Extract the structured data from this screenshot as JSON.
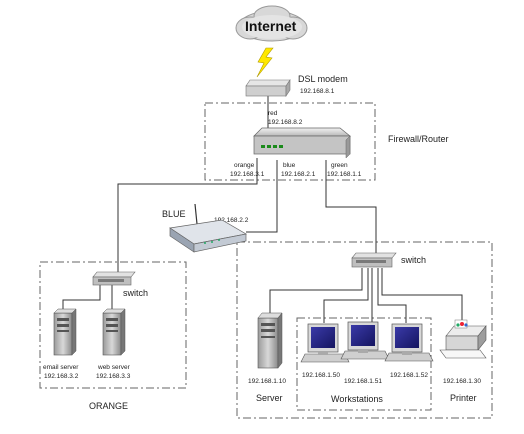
{
  "cloud": {
    "label": "Internet"
  },
  "modem": {
    "label": "DSL modem",
    "ip": "192.168.8.1"
  },
  "firewall": {
    "label": "Firewall/Router",
    "red": {
      "name": "red",
      "ip": "192.168.8.2"
    },
    "orange": {
      "name": "orange",
      "ip": "192.168.3.1"
    },
    "blue": {
      "name": "blue",
      "ip": "192.168.2.1"
    },
    "green": {
      "name": "green",
      "ip": "192.168.1.1"
    }
  },
  "blue_zone": {
    "label": "BLUE",
    "ap_ip": "192.168.2.2"
  },
  "orange_zone": {
    "label": "ORANGE",
    "switch_label": "switch",
    "email_server": {
      "name": "email server",
      "ip": "192.168.3.2"
    },
    "web_server": {
      "name": "web server",
      "ip": "192.168.3.3"
    }
  },
  "green_zone": {
    "switch_label": "switch",
    "server": {
      "ip": "192.168.1.10",
      "label": "Server"
    },
    "workstations_label": "Workstations",
    "workstations": [
      {
        "ip": "192.168.1.50"
      },
      {
        "ip": "192.168.1.51"
      },
      {
        "ip": "192.168.1.52"
      }
    ],
    "printer": {
      "ip": "192.168.1.30",
      "label": "Printer"
    }
  }
}
